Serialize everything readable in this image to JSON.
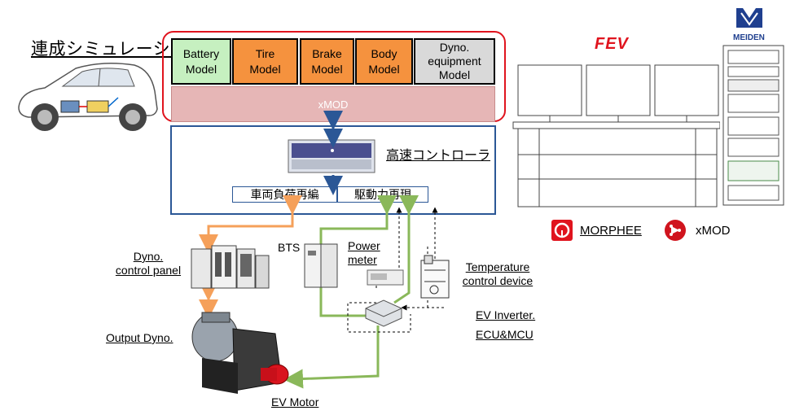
{
  "title_jp": "連成シミュレーション",
  "models": [
    {
      "label": "Battery\nModel",
      "color": "#c6f0c0"
    },
    {
      "label": "Tire\nModel",
      "color": "#f5923e"
    },
    {
      "label": "Brake\nModel",
      "color": "#f5923e"
    },
    {
      "label": "Body\nModel",
      "color": "#f5923e"
    },
    {
      "label": "Dyno.\nequipment\nModel",
      "color": "#d9d9d9"
    }
  ],
  "xmod_label": "xMOD",
  "controller_label": "高速コントローラ",
  "load_box_label": "車両負荷再編",
  "drive_box_label": "駆動力再現",
  "labels": {
    "bts": "BTS",
    "dyno_panel": "Dyno.\ncontrol panel",
    "power_meter": "Power\nmeter",
    "temp_device": "Temperature\ncontrol device",
    "inverter": "EV Inverter.\nECU&MCU",
    "output_dyno": "Output Dyno.",
    "ev_motor": "EV Motor"
  },
  "brands": {
    "fev": "FEV",
    "meiden": "MEIDEN",
    "morphee": "MORPHEE",
    "xmod": "xMOD"
  },
  "colors": {
    "red_frame": "#e0141e",
    "blue_frame": "#2b5796",
    "orange_line": "#f5a05a",
    "green_line": "#8ab85a",
    "xmod_bar": "#e6b6b6"
  }
}
